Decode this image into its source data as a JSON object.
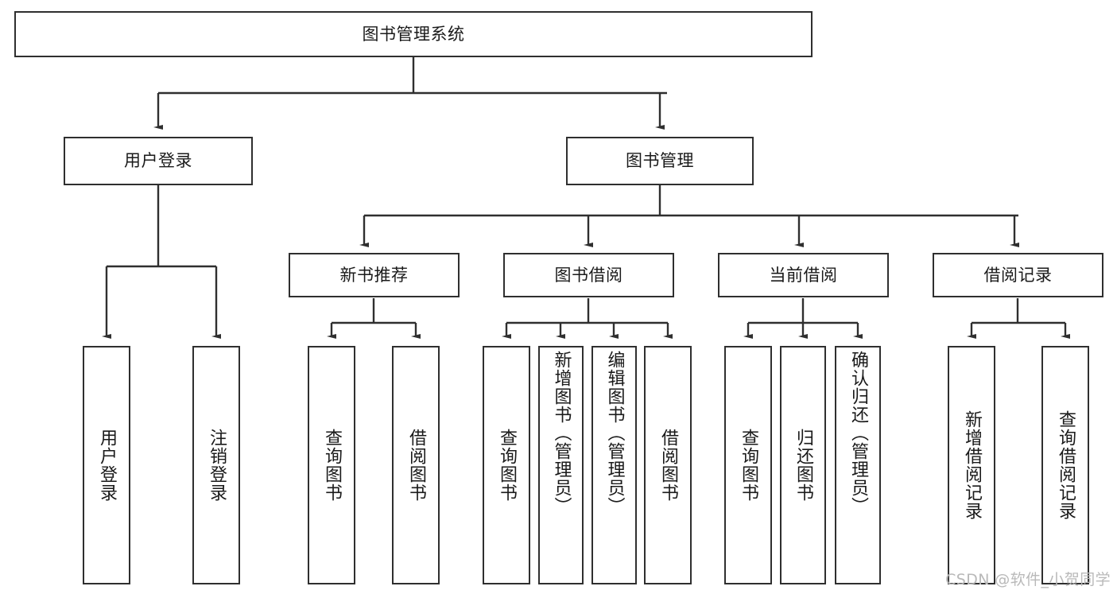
{
  "diagram": {
    "title": "图书管理系统",
    "watermark": "CSDN @软件_小贺同学",
    "colors": {
      "border": "#2f2f2f",
      "background": "#ffffff",
      "text": "#1a1a1a",
      "connector": "#2f2f2f",
      "watermark": "#b9b9b9"
    },
    "root": {
      "label": "图书管理系统"
    },
    "level2": [
      {
        "label": "用户登录"
      },
      {
        "label": "图书管理"
      }
    ],
    "level3": [
      {
        "label": "新书推荐"
      },
      {
        "label": "图书借阅"
      },
      {
        "label": "当前借阅"
      },
      {
        "label": "借阅记录"
      }
    ],
    "leaves": {
      "user_login": [
        {
          "label": "用户登录"
        },
        {
          "label": "注销登录"
        }
      ],
      "new_book": [
        {
          "label": "查询图书"
        },
        {
          "label": "借阅图书"
        }
      ],
      "book_borrow": [
        {
          "label": "查询图书"
        },
        {
          "label": "新增图书（管理员）"
        },
        {
          "label": "编辑图书（管理员）"
        },
        {
          "label": "借阅图书"
        }
      ],
      "current_borrow": [
        {
          "label": "查询图书"
        },
        {
          "label": "归还图书"
        },
        {
          "label": "确认归还（管理员）"
        }
      ],
      "borrow_record": [
        {
          "label": "新增借阅记录"
        },
        {
          "label": "查询借阅记录"
        }
      ]
    }
  }
}
